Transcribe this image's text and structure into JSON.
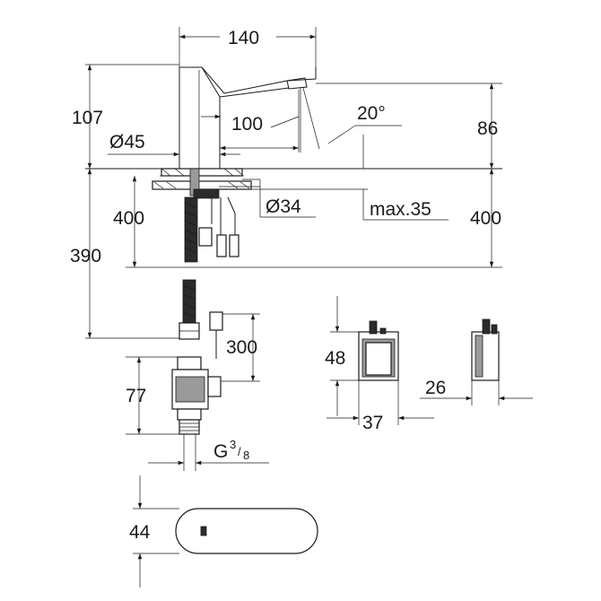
{
  "dimensions": {
    "width_140": "140",
    "height_107": "107",
    "reach_100": "100",
    "angle_20": "20°",
    "height_86": "86",
    "dia_45": "Ø45",
    "dia_34": "Ø34",
    "max_35": "max.35",
    "length_400_left": "400",
    "length_400_right": "400",
    "length_390": "390",
    "cable_300": "300",
    "valve_77": "77",
    "thread_g": "G",
    "thread_num": "3",
    "thread_den": "8",
    "box_48": "48",
    "box_37": "37",
    "box_26": "26",
    "sensor_44": "44"
  }
}
